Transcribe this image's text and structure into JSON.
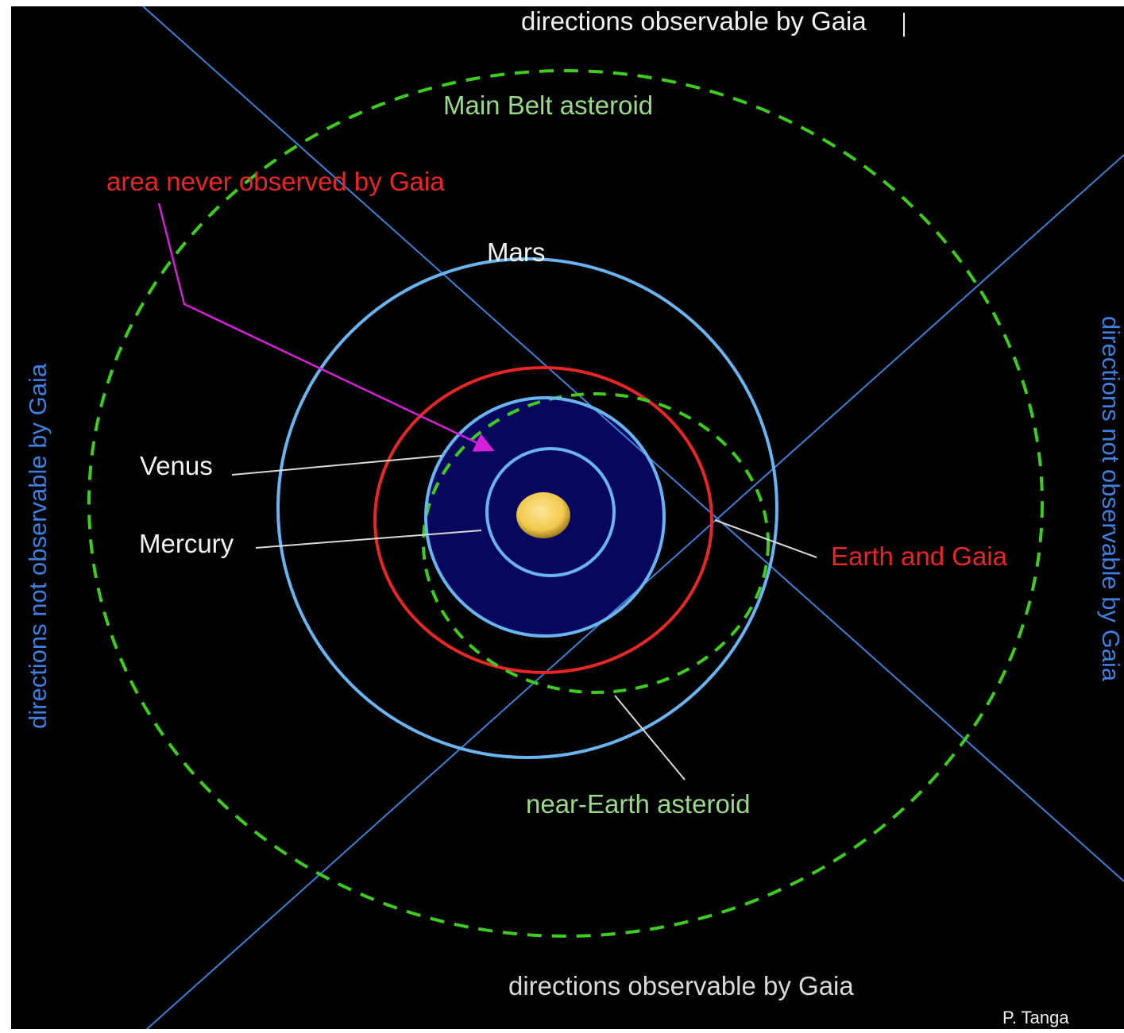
{
  "labels": {
    "top": "directions observable by Gaia",
    "bottom": "directions observable by Gaia",
    "left": "directions not observable by Gaia",
    "right": "directions not observable by Gaia",
    "main_belt": "Main Belt asteroid",
    "never_observed": "area never observed by Gaia",
    "mars": "Mars",
    "venus": "Venus",
    "mercury": "Mercury",
    "earth_gaia": "Earth and Gaia",
    "near_earth": "near-Earth asteroid",
    "credit": "P. Tanga"
  },
  "colors": {
    "background": "#000000",
    "orbit_blue": "#6ab4f2",
    "earth_orbit": "#e82626",
    "asteroid_orbit": "#3dcc1f",
    "shaded_region": "#07075e",
    "sun": "#f2c94c",
    "direction_lines": "#3f7fd6",
    "pointer_arrow": "#d81fd8",
    "white_text": "#f2f2f2",
    "red_text": "#e82626",
    "green_text": "#9ad88a",
    "blue_text": "#3f7fe0"
  }
}
